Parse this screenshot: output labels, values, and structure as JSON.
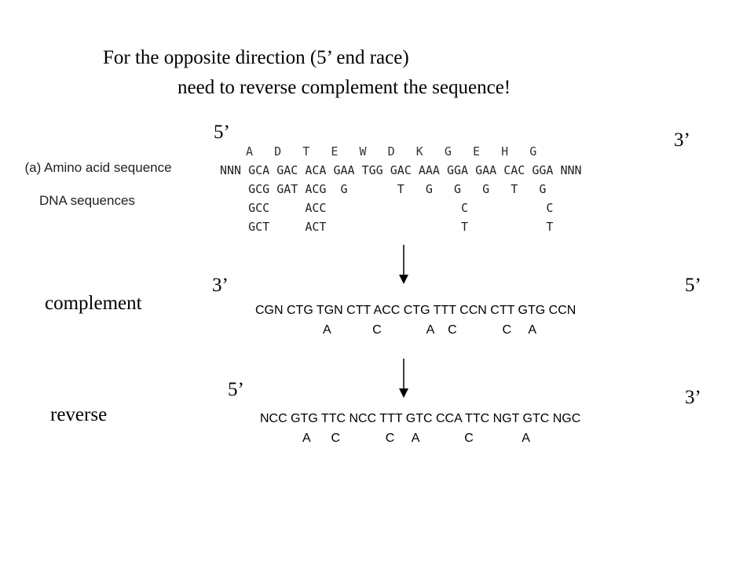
{
  "title": {
    "line1": "For the opposite direction (5’ end race)",
    "line2": "need to reverse complement the sequence!"
  },
  "figure": {
    "label_line1": "(a) Amino acid sequence",
    "label_line2": "DNA sequences",
    "amino_acids": "A   D   T   E   W   D   K   G   E   H   G",
    "dna_rows": [
      "NNN GCA GAC ACA GAA TGG GAC AAA GGA GAA CAC GGA NNN",
      "    GCG GAT ACG  G       T   G   G   G   T   G",
      "    GCC     ACC                   C           C",
      "    GCT     ACT                   T           T"
    ],
    "end_left": "5’",
    "end_right": "3’"
  },
  "complement": {
    "label": "complement",
    "end_left": "3’",
    "end_right": "5’",
    "sequence": "CGN CTG TGN CTT ACC CTG TTT CCN CTT GTG CCN",
    "variants": "A            C             A    C             C     A"
  },
  "reverse": {
    "label": "reverse",
    "end_left": "5’",
    "end_right": "3’",
    "sequence": "NCC GTG TTC NCC TTT GTC CCA TTC NGT GTC NGC",
    "variants": "A      C             C     A             C              A"
  }
}
